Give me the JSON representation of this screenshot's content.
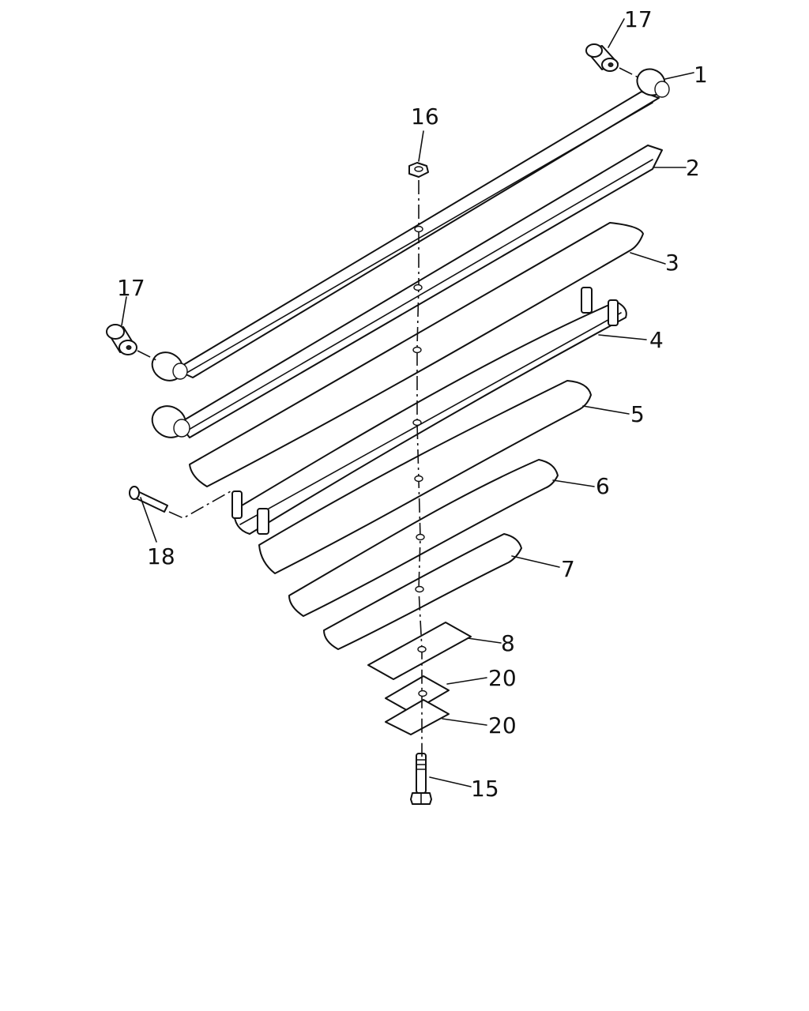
{
  "labels": {
    "l1": "1",
    "l2": "2",
    "l3": "3",
    "l4": "4",
    "l5": "5",
    "l6": "6",
    "l7": "7",
    "l8": "8",
    "l15": "15",
    "l16": "16",
    "l17a": "17",
    "l17b": "17",
    "l18": "18",
    "l20a": "20",
    "l20b": "20"
  },
  "colors": {
    "line": "#111111",
    "background": "#ffffff"
  }
}
